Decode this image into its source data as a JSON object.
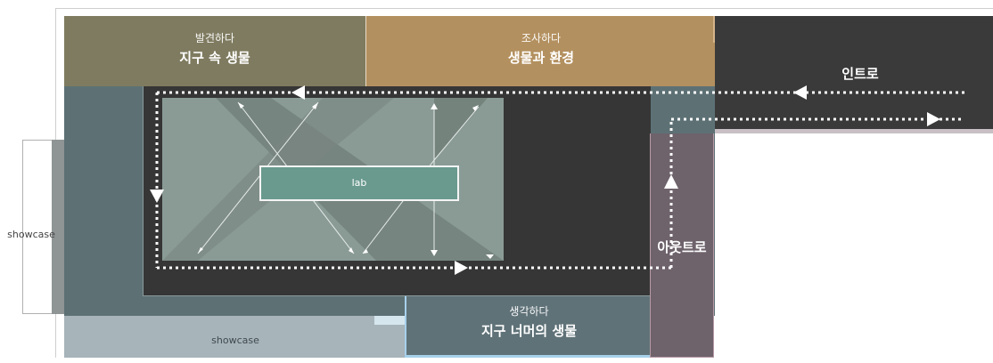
{
  "zones": {
    "discover": {
      "subtitle": "발견하다",
      "title": "지구 속 생물"
    },
    "investigate": {
      "subtitle": "조사하다",
      "title": "생물과 환경"
    },
    "intro": {
      "title": "인트로"
    },
    "outro": {
      "title": "아웃트로"
    },
    "think": {
      "subtitle": "생각하다",
      "title": "지구 너머의 생물"
    },
    "lab": {
      "label": "lab"
    },
    "showcase_left": {
      "label": "showcase"
    },
    "showcase_bottom": {
      "label": "showcase"
    }
  },
  "colors": {
    "discover": "#7f7b60",
    "investigate": "#b3905f",
    "intro": "#3a3a3a",
    "outer_teal": "#5d7175",
    "inner_dark": "#363636",
    "lab_area": "#8a9b96",
    "lab_box": "#6a9a8e",
    "outro": "#6e626b",
    "think": "#5f7278",
    "showcase_bottom": "#a7b4ba",
    "path": "#ffffff"
  }
}
